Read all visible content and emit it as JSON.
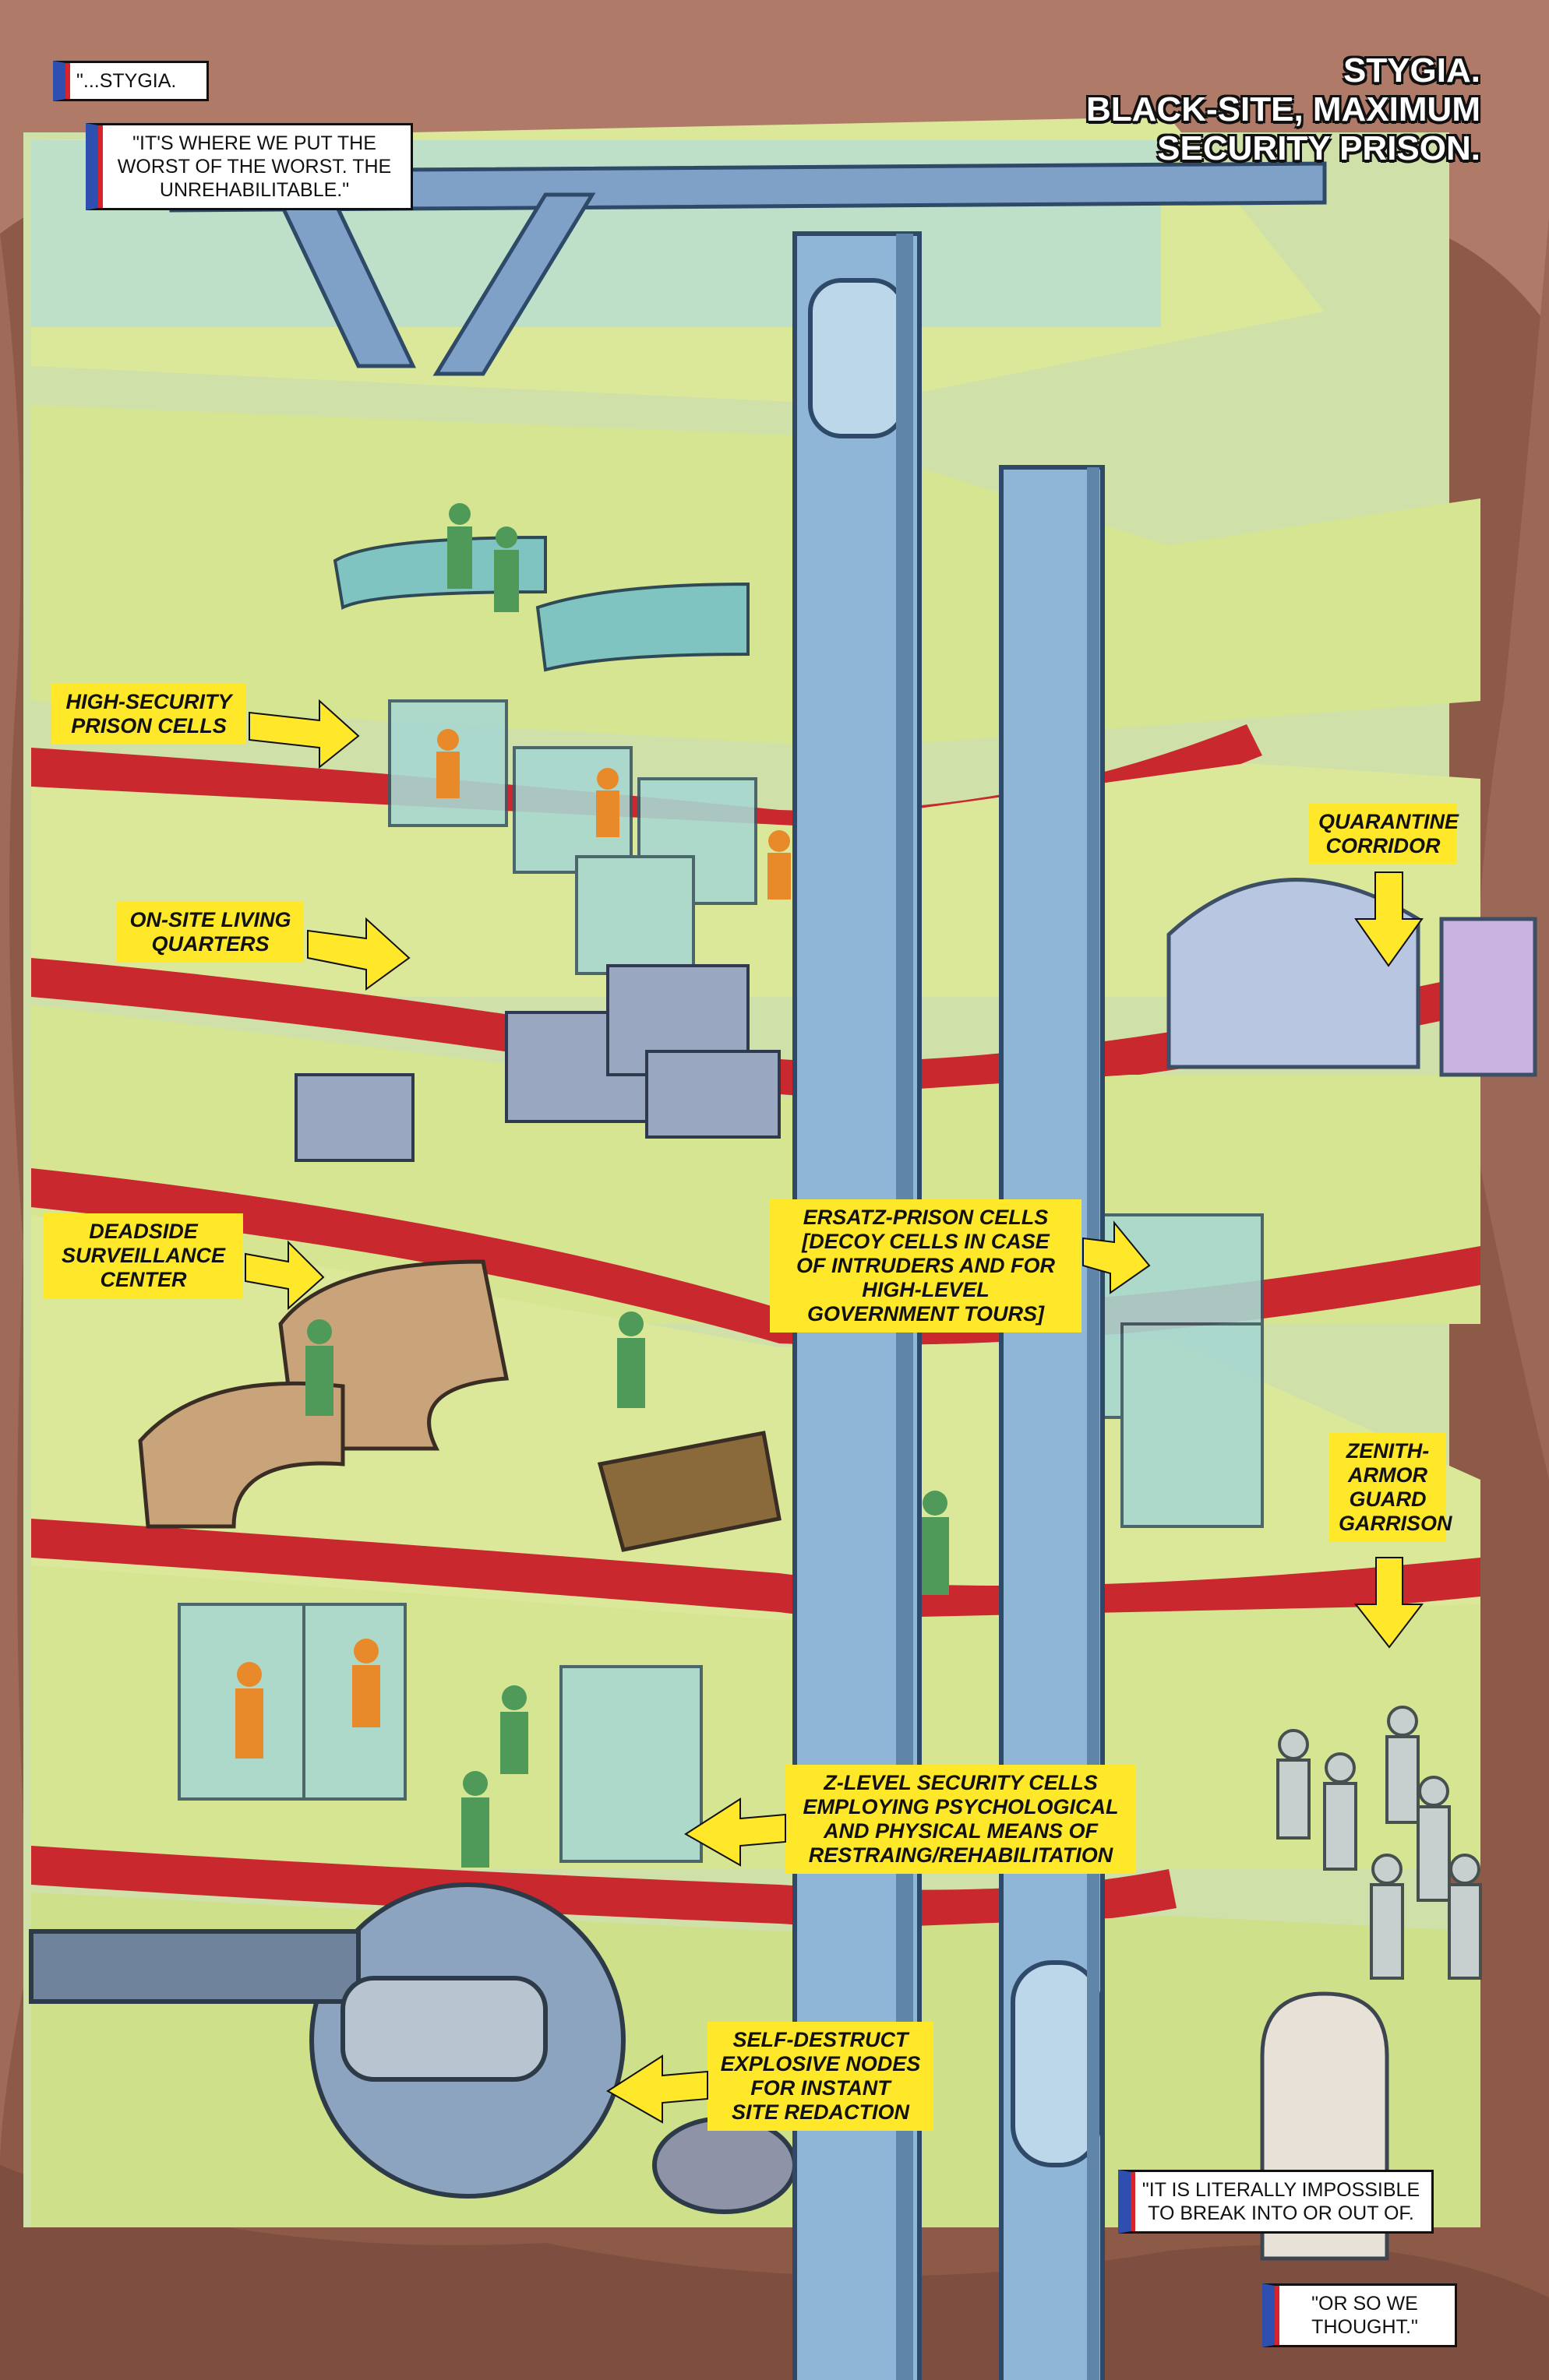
{
  "captions": {
    "c1": "\"...STYGIA.",
    "c2": "\"IT'S WHERE WE PUT THE WORST OF THE WORST. THE UNREHABILITABLE.\"",
    "c3": "\"IT IS LITERALLY IMPOSSIBLE TO BREAK INTO OR OUT OF.",
    "c4": "\"OR SO WE THOUGHT.\""
  },
  "title": {
    "line1": "STYGIA.",
    "line2": "BLACK-SITE, MAXIMUM",
    "line3": "SECURITY PRISON."
  },
  "labels": {
    "high_security": [
      "HIGH-SECURITY",
      "PRISON CELLS"
    ],
    "living_quarters": [
      "ON-SITE LIVING",
      "QUARTERS"
    ],
    "quarantine": [
      "QUARANTINE",
      "CORRIDOR"
    ],
    "surveillance": [
      "DEADSIDE",
      "SURVEILLANCE",
      "CENTER"
    ],
    "ersatz": [
      "ERSATZ-PRISON CELLS",
      "[DECOY CELLS IN CASE",
      "OF INTRUDERS AND FOR",
      "HIGH-LEVEL",
      "GOVERNMENT TOURS]"
    ],
    "zenith": [
      "ZENITH-",
      "ARMOR",
      "GUARD",
      "GARRISON"
    ],
    "z_level": [
      "Z-LEVEL SECURITY CELLS",
      "EMPLOYING PSYCHOLOGICAL",
      "AND PHYSICAL MEANS OF",
      "RESTRAING/REHABILITATION"
    ],
    "self_destruct": [
      "SELF-DESTRUCT",
      "EXPLOSIVE NODES",
      "FOR INSTANT",
      "SITE REDACTION"
    ]
  },
  "colors": {
    "floor": "#dbe89a",
    "floor_edge": "#c2d27e",
    "rim_red": "#c8282e",
    "pillar": "#8fb6d6",
    "pillar_dark": "#5f86a8",
    "rock": "#b07a68",
    "rock_dark": "#7e4f40",
    "guard": "#4f9a58",
    "prisoner": "#e88a2a",
    "label_yellow": "#ffe829",
    "caption_blue": "#2f4fb0",
    "caption_red": "#d8232a"
  }
}
